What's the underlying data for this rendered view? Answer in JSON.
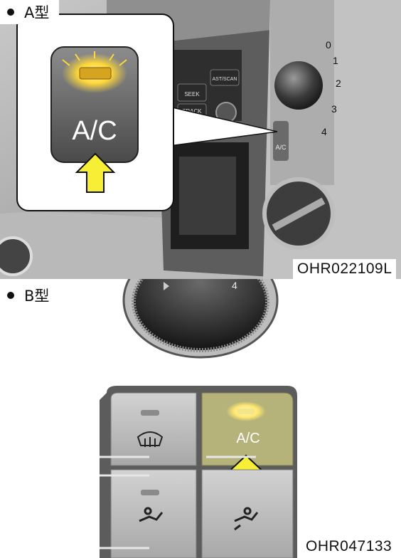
{
  "section_a": {
    "label": "A型",
    "image_code": "OHR022109L",
    "callout_button": "A/C",
    "panel_labels": {
      "ast_scan": "AST/SCAN",
      "seek": "SEEK",
      "track": "TRACK",
      "ac_small": "A/C",
      "dial_numbers": [
        "0",
        "1",
        "2",
        "3",
        "4"
      ]
    }
  },
  "section_b": {
    "label": "B型",
    "image_code": "OHR047133",
    "ac_button": "A/C",
    "knob_number": "4"
  },
  "colors": {
    "indicator_glow": "#ffd83a",
    "arrow_fill": "#f6ef35",
    "ac_button_active": "#b5b27a",
    "button_gray": "#bdbdbd"
  }
}
